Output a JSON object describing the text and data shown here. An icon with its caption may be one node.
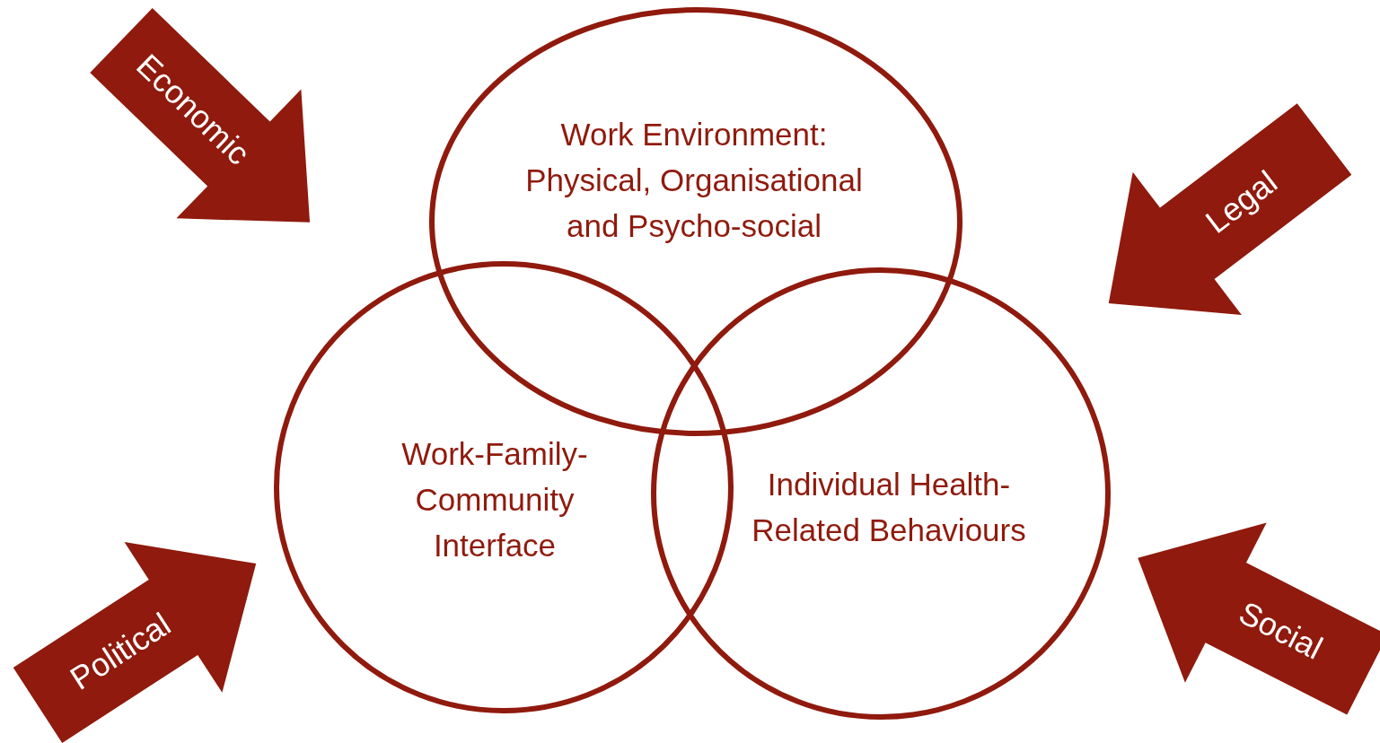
{
  "diagram": {
    "nodes": [
      {
        "text": [
          "Economic"
        ]
      },
      {
        "text": [
          "Work Environment: Physical, Organisational and Psycho-social"
        ]
      },
      {
        "text": [
          "Legal"
        ]
      },
      {
        "text": [
          "Work-Family-Community Interface"
        ]
      },
      {
        "text": [
          "Individual Health-Related Behaviours"
        ]
      },
      {
        "text": [
          "Political"
        ]
      },
      {
        "text": [
          "Social"
        ]
      }
    ]
  }
}
